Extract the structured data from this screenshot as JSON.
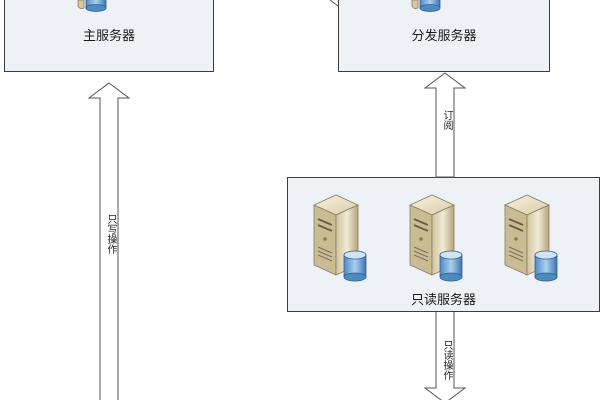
{
  "nodes": {
    "master": {
      "label": "主服务器"
    },
    "distributor": {
      "label": "分发服务器"
    },
    "readonly_group": {
      "label": "只读服务器"
    }
  },
  "edges": {
    "write_ops": {
      "label": "只写操作"
    },
    "subscribe": {
      "label": "订阅"
    },
    "read_ops": {
      "label": "只读操作"
    }
  },
  "colors": {
    "box_fill": "#eef2f7",
    "box_border": "#3c3c3c",
    "arrow_fill": "#ffffff",
    "arrow_stroke": "#555555",
    "server_body": "#e9dfc3",
    "server_shade": "#b9ab86",
    "db_blue": "#7fb1dd"
  }
}
